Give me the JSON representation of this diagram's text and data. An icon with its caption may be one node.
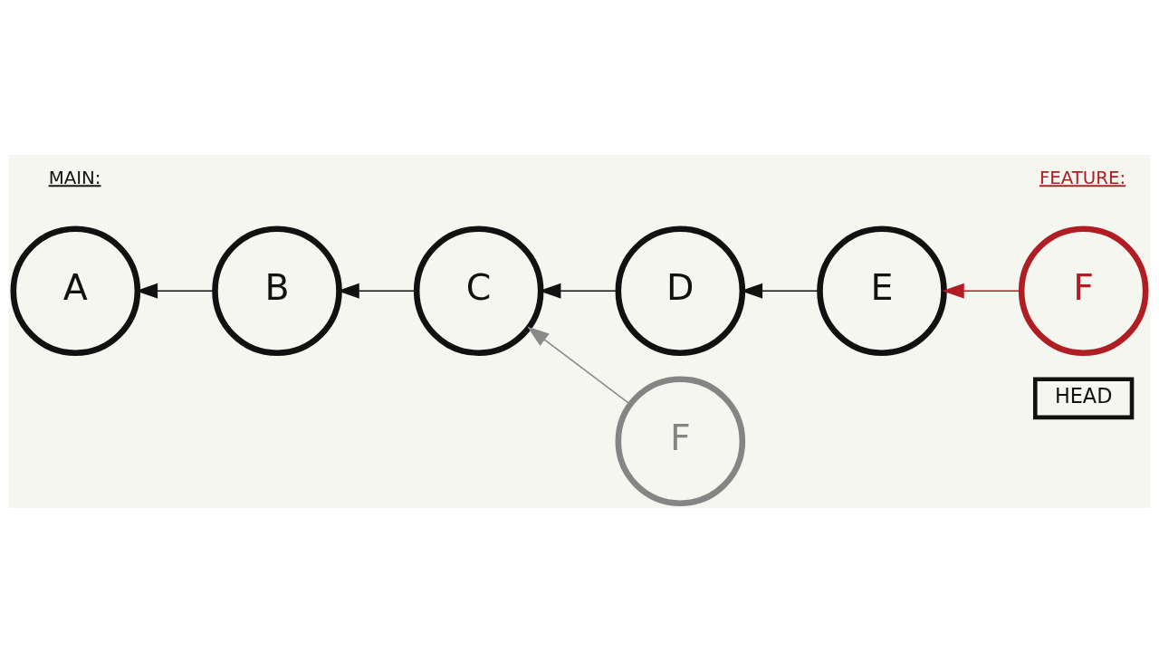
{
  "diagram": {
    "nodes": [
      {
        "text": [
          "A"
        ]
      },
      {
        "text": [
          "B"
        ]
      },
      {
        "text": [
          "C"
        ]
      },
      {
        "text": [
          "D"
        ]
      },
      {
        "text": [
          "E"
        ]
      },
      {
        "text": [
          "F"
        ]
      },
      {
        "text": [
          "HEAD"
        ]
      },
      {
        "text": [
          "F"
        ]
      }
    ],
    "edges": [
      {
        "from": 1,
        "to": 0,
        "arrow": "to"
      },
      {
        "from": 2,
        "to": 1,
        "arrow": "to"
      },
      {
        "from": 3,
        "to": 2,
        "arrow": "to"
      },
      {
        "from": 4,
        "to": 3,
        "arrow": "to"
      },
      {
        "from": 5,
        "to": 4,
        "arrow": "to",
        "color": "#b01e23"
      },
      {
        "from": 7,
        "to": 2,
        "arrow": "to",
        "color": "#8a8a8a"
      }
    ],
    "labels": [
      "MAIN:",
      "FEATURE:"
    ]
  }
}
